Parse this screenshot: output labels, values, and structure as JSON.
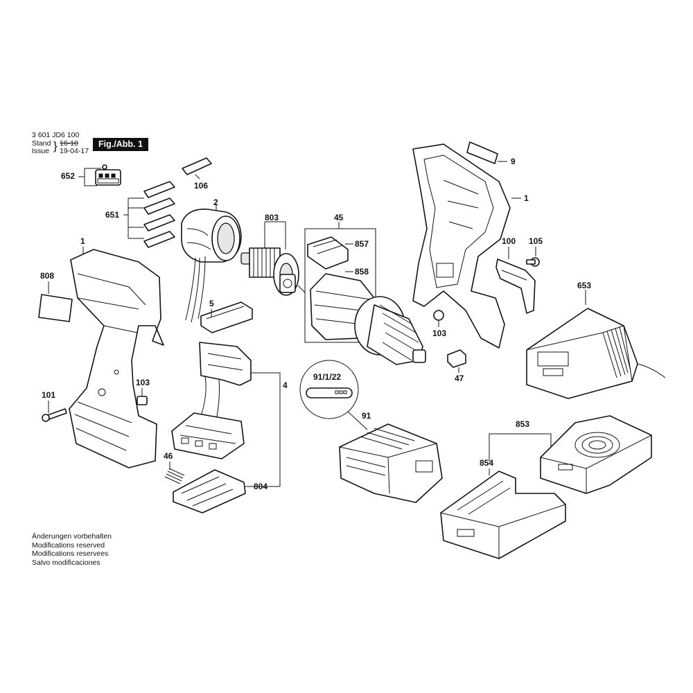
{
  "header": {
    "part_number": "3 601 JD6 100",
    "stand_label": "Stand",
    "issue_label": "Issue",
    "old_date": "16-10",
    "new_date": "19-04-17",
    "figure_label": "Fig./Abb. 1"
  },
  "callouts": {
    "c652": "652",
    "c106": "106",
    "c651": "651",
    "c2": "2",
    "c803": "803",
    "c45": "45",
    "c857": "857",
    "c858": "858",
    "c9": "9",
    "c1_right": "1",
    "c1_left": "1",
    "c100": "100",
    "c105": "105",
    "c808": "808",
    "c5": "5",
    "c653": "653",
    "c103_right": "103",
    "c47": "47",
    "c4": "4",
    "c91_1_22": "91/1/22",
    "c101": "101",
    "c103_left": "103",
    "c91": "91",
    "c853": "853",
    "c46": "46",
    "c804": "804",
    "c854": "854"
  },
  "notes": [
    "Änderungen vorbehalten",
    "Modifications reserved",
    "Modifications reservees",
    "Salvo modificaciones"
  ]
}
